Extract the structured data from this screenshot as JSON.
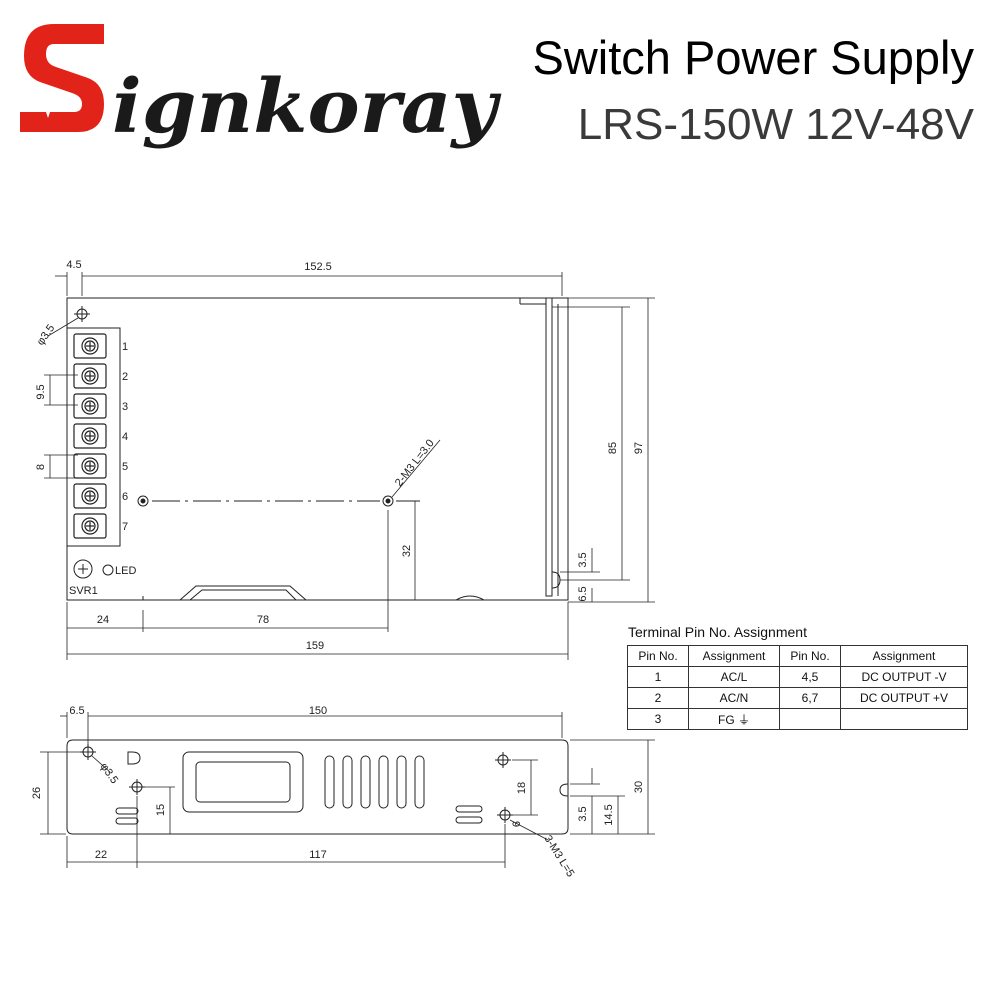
{
  "header": {
    "brand": "Signkoray",
    "title": "Switch Power Supply",
    "model": "LRS-150W 12V-48V"
  },
  "colors": {
    "brand_red": "#e2231a",
    "ink": "#222222"
  },
  "top_view": {
    "dims": {
      "edge_offset": "4.5",
      "top_length": "152.5",
      "hole_dia": "φ3.5",
      "terminal_pitch": "9.5",
      "terminal_width": "8",
      "mount_holes": "2-M3 L=3.0",
      "hole_height": "32",
      "height_inner": "85",
      "height_overall": "97",
      "slot_width": "3.5",
      "slot_offset": "6.5",
      "hole_offset_x": "24",
      "hole_spacing": "78",
      "overall_length": "159"
    },
    "terminal_numbers": [
      "1",
      "2",
      "3",
      "4",
      "5",
      "6",
      "7"
    ],
    "led_label": "LED",
    "svr_label": "SVR1"
  },
  "side_view": {
    "dims": {
      "edge_offset": "6.5",
      "length": "150",
      "height_left": "26",
      "hole_dia": "φ3.5",
      "hole_height": "15",
      "hole_offset_x": "22",
      "hole_spacing": "117",
      "hole_vspacing": "18",
      "hole_edge": "6",
      "mount_holes": "3-M3 L=5",
      "slot_width": "3.5",
      "slot_height": "14.5",
      "height_overall": "30"
    }
  },
  "pin_table": {
    "title": "Terminal Pin No.  Assignment",
    "headers": [
      "Pin No.",
      "Assignment",
      "Pin No.",
      "Assignment"
    ],
    "rows": [
      [
        "1",
        "AC/L",
        "4,5",
        "DC OUTPUT -V"
      ],
      [
        "2",
        "AC/N",
        "6,7",
        "DC OUTPUT +V"
      ],
      [
        "3",
        "FG ⏚",
        "",
        ""
      ]
    ]
  }
}
